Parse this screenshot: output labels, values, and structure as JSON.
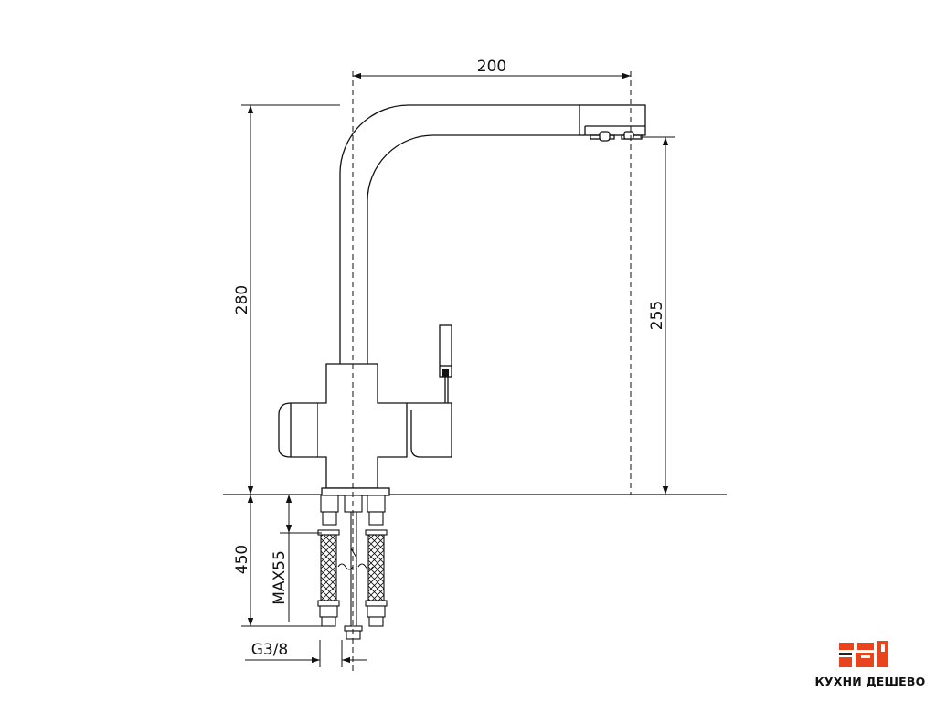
{
  "dimensions": {
    "spout_reach": "200",
    "total_height": "280",
    "spout_height": "255",
    "underside_length": "450",
    "max_thickness": "MAX55",
    "thread": "G3/8"
  },
  "brand": {
    "name": "КУХНИ ДЕШЕВО",
    "colors": {
      "accent": "#e8451e",
      "dark": "#222222"
    }
  }
}
